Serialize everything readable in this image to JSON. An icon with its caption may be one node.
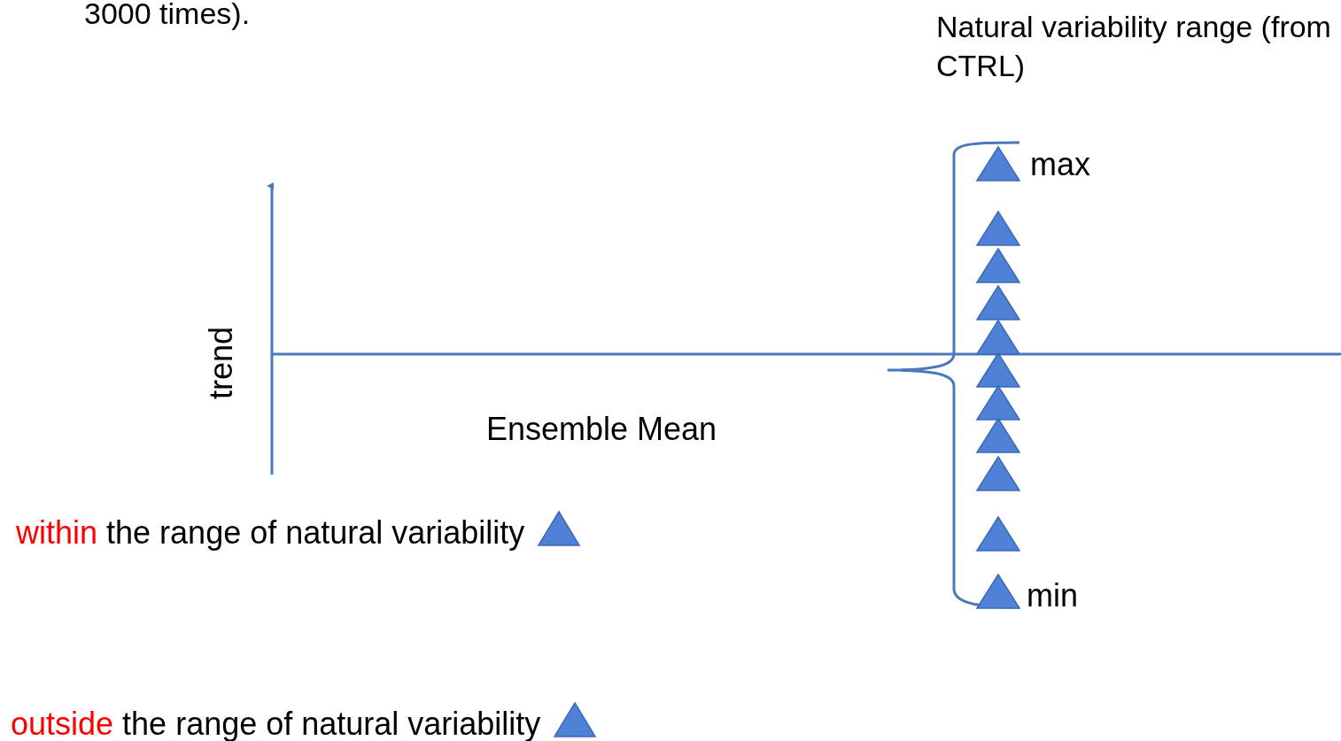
{
  "diagram": {
    "labels": [
      "3000 times).",
      "Natural variability range (from CTRL)",
      "max",
      "min",
      "trend",
      "Ensemble Mean"
    ],
    "legend": [
      {
        "text": "within the range of natural variability"
      },
      {
        "text": "outside the range of natural variability"
      }
    ]
  }
}
